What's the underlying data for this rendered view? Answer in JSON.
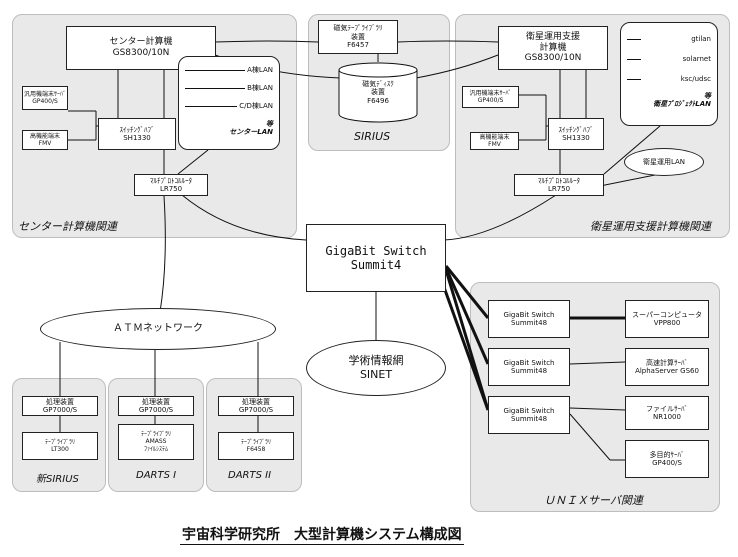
{
  "title": "宇宙科学研究所　大型計算機システム構成図",
  "areas": {
    "center": "センター計算機関連",
    "sirius": "SIRIUS",
    "satellite": "衛星運用支援計算機関連",
    "unix": "ＵＮＩＸサーバ関連",
    "new_sirius": "新SIRIUS",
    "darts1": "DARTS I",
    "darts2": "DARTS II"
  },
  "center": {
    "computer": [
      "センター計算機",
      "GS8300/10N"
    ],
    "general_server": [
      "汎用機端末ｻｰﾊﾞ",
      "GP400/S"
    ],
    "terminal": [
      "高機能端末",
      "FMV"
    ],
    "switch": [
      "ｽｲｯﾁﾝｸﾞﾊﾌﾞ",
      "SH1330"
    ],
    "router": [
      "ﾏﾙﾁﾌﾟﾛﾄｺﾙﾙｰﾀ",
      "LR750"
    ],
    "lans": [
      "A棟LAN",
      "B棟LAN",
      "C/D棟LAN"
    ],
    "lan_label": [
      "等",
      "センターLAN"
    ]
  },
  "sirius": {
    "tape": [
      "磁気ﾃｰﾌﾟﾗｲﾌﾞﾗﾘ",
      "装置",
      "F6457"
    ],
    "disk": [
      "磁気ﾃﾞｨｽｸ",
      "装置",
      "F6496"
    ]
  },
  "satellite": {
    "computer": [
      "衛星運用支援",
      "計算機",
      "GS8300/10N"
    ],
    "general_server": [
      "汎用機端末ｻｰﾊﾞ",
      "GP400/S"
    ],
    "terminal": [
      "高機能端末",
      "FMV"
    ],
    "switch": [
      "ｽｲｯﾁﾝｸﾞﾊﾌﾞ",
      "SH1330"
    ],
    "router": [
      "ﾏﾙﾁﾌﾟﾛﾄｺﾙﾙｰﾀ",
      "LR750"
    ],
    "lans": [
      "gtilan",
      "solarnet",
      "ksc/udsc"
    ],
    "lan_label": [
      "等",
      "衛星ﾌﾟﾛｼﾞｪｸﾄLAN"
    ],
    "ops_lan": "衛星運用LAN"
  },
  "main_switch": [
    "GigaBit Switch",
    "Summit4"
  ],
  "atm": "ＡＴＭネットワーク",
  "sinet": [
    "学術情報網",
    "SINET"
  ],
  "unix": {
    "switches": [
      [
        "GigaBit Switch",
        "Summit48"
      ],
      [
        "GigaBit Switch",
        "Summit48"
      ],
      [
        "GigaBit Switch",
        "Summit48"
      ]
    ],
    "servers": [
      [
        "スーパーコンピュータ",
        "VPP800"
      ],
      [
        "高速計算ｻｰﾊﾞ",
        "AlphaServer GS60"
      ],
      [
        "ファイルｻｰﾊﾞ",
        "NR1000"
      ],
      [
        "多目的ｻｰﾊﾞ",
        "GP400/S"
      ]
    ]
  },
  "bottom": {
    "new_sirius": {
      "proc": [
        "処理装置",
        "GP7000/S"
      ],
      "lib": [
        "ﾃｰﾌﾟﾗｲﾌﾞﾗﾘ",
        "LT300"
      ]
    },
    "darts1": {
      "proc": [
        "処理装置",
        "GP7000/S"
      ],
      "lib": [
        "ﾃｰﾌﾟﾗｲﾌﾞﾗﾘ",
        "AMASS",
        "ﾌｧｲﾙｼｽﾃﾑ"
      ]
    },
    "darts2": {
      "proc": [
        "処理装置",
        "GP7000/S"
      ],
      "lib": [
        "ﾃｰﾌﾟﾗｲﾌﾞﾗﾘ",
        "F6458"
      ]
    }
  }
}
